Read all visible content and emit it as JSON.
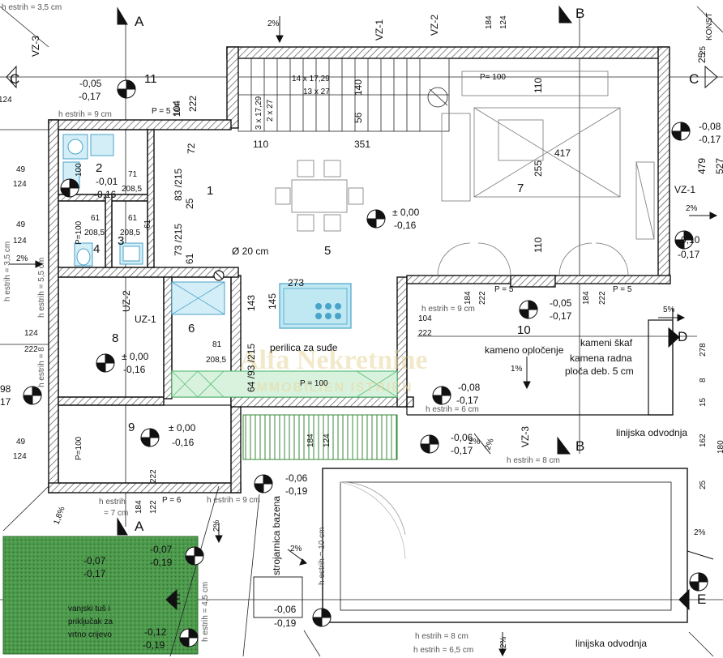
{
  "colors": {
    "wall": "#1a1a1a",
    "hatch": "#6b6b6b",
    "grass": "#3f8a3f",
    "fixture_blue": "#4aa3c9",
    "counter_green": "#5bbf7a",
    "watermark": "#e3cf8f"
  },
  "section_markers": {
    "a_top": "A",
    "a_bottom": "A",
    "b_top": "B",
    "b_bottom": "B",
    "c_left": "C",
    "c_right": "C",
    "d_right": "D",
    "e_left": "E",
    "e_right": "E"
  },
  "rooms": {
    "r1": "1",
    "r2": "2",
    "r3": "3",
    "r4": "4",
    "r5": "5",
    "r6": "6",
    "r7": "7",
    "r8": "8",
    "r9": "9",
    "r10": "10",
    "r11": "11"
  },
  "levels": {
    "main_top": "± 0,00",
    "main_bot": "-0,16",
    "r8_top": "± 0,00",
    "r8_bot": "-0,16",
    "r9_top": "± 0,00",
    "r9_bot": "-0,16",
    "r2_top": "-0,01",
    "r2_bot": "-0,16",
    "c11_top": "-0,05",
    "c11_bot": "-0,17",
    "terrace_top": "-0,05",
    "terrace_bot": "-0,17",
    "path_top": "-0,08",
    "path_bot": "-0,17",
    "b_top": "-0,06",
    "b_bot": "-0,17",
    "pool_l_top": "-0,06",
    "pool_l_bot": "-0,19",
    "garden_top": "-0,07",
    "garden_bot": "-0,19",
    "garden2_top": "-0,07",
    "garden2_bot": "-0,17",
    "shower_top": "-0,06",
    "shower_bot": "-0,19",
    "bottom_top": "-0,12",
    "bottom_bot": "-0,19",
    "east_top": "-0,08",
    "east_bot": "-0,17",
    "east2_top": "-0,10",
    "east2_bot": "-0,17",
    "west_top": "98",
    "west_bot": "17"
  },
  "labels": {
    "estrih_top": "h estrih = 3,5 cm",
    "estrih_9_top": "h estrih = 9 cm",
    "estrih_left_a": "h estrih = 3,5 cm",
    "estrih_left_b": "h estrih = 5,5 cm",
    "estrih_left_c": "h estrih = 8",
    "estrih_7": "= 7 cm",
    "estrih_9_mid": "h estrih = 9 cm",
    "estrih_9_terr": "h estrih = 9 cm",
    "estrih_6": "h estrih = 6 cm",
    "estrih_8a": "h estrih = 8 cm",
    "estrih_10": "h estrih = 10 cm",
    "estrih_8b": "h estrih = 8 cm",
    "estrih_65": "h estrih = 6,5 cm",
    "estrih_45": "h estrih = 4,5 cm",
    "estrih_h": "h estrih",
    "linijska_1": "linijska odvodnja",
    "linijska_2": "linijska odvodnja",
    "kameni_skaf": "kameni škaf",
    "kamena_ploca_1": "kamena radna",
    "kamena_ploca_2": "ploča deb. 5 cm",
    "kameno_oplocenje": "kameno opločenje",
    "perilica": "perilica za suđe",
    "strojarnica": "strojarnica bazena",
    "tus_1": "vanjski tuš i",
    "tus_2": "priključak za",
    "tus_3": "vrtno crijevo",
    "konst": "KONST",
    "diameter": "Ø 20 cm",
    "vz1_top": "VZ-1",
    "vz2_top": "VZ-2",
    "vz3_left": "VZ-3",
    "vz1_right": "VZ-1",
    "vz3_mid": "VZ-3",
    "uz1": "UZ-1",
    "uz2": "UZ-2",
    "stair_a": "14 x 17,29",
    "stair_b": "13 x 27",
    "stair_c": "3 x 17,29",
    "stair_d": "2 x 27"
  },
  "dims": {
    "d104": "104",
    "d222a": "222",
    "d72": "72",
    "d110a": "110",
    "d351": "351",
    "d56": "56",
    "d140": "140",
    "d184a": "184",
    "d124a": "124",
    "d110b": "110",
    "d417": "417",
    "d255": "255",
    "d110c": "110",
    "d25a": "25",
    "d479": "479",
    "d49a": "49",
    "d124b": "124",
    "d100a": "100",
    "d71": "71",
    "d2085a": "208,5",
    "d83_215": "83 /215",
    "d25b": "25",
    "d61a": "61",
    "d73_215": "73 /215",
    "d61b": "61",
    "d49b": "49",
    "d124c": "124",
    "d61c": "61",
    "d2085b": "208,5",
    "d61d": "61",
    "d2085c": "208,5",
    "dP100a": "P=100",
    "d124d": "124",
    "d222b": "222",
    "d273": "273",
    "d143": "143",
    "d145": "145",
    "d81": "81",
    "d2085d": "208,5",
    "d64_93_215": "64 /93 /215",
    "d184b": "184",
    "d222c": "222",
    "dP5a": "P = 5",
    "d104b": "104",
    "d222d": "222",
    "d184c": "184",
    "d222e": "222",
    "dP5b": "P = 5",
    "d278": "278",
    "d8": "8",
    "d15": "15",
    "d162": "162",
    "d180": "180",
    "d25c": "25",
    "d25d": "25",
    "d49c": "49",
    "d124e": "124",
    "dP100b": "P=100",
    "d184d": "184",
    "d124f": "124",
    "d184e": "184",
    "d124g": "124",
    "d122": "122",
    "d222f": "222",
    "dP6": "P = 6",
    "dP5c": "P = 5",
    "dP100c": "P= 100",
    "dP100d": "P = 100",
    "d104c": "104",
    "d527": "527"
  },
  "slopes": {
    "s1": "2%",
    "s2": "2%",
    "s3": "2%",
    "s4": "5%",
    "s5": "1%",
    "s6": "2%",
    "s7": "2%",
    "s8": "2%",
    "s9": "1,8%",
    "s10": "2%",
    "s11": "2%",
    "s12": "2%"
  },
  "watermark": {
    "line1": "Alfa Nekretnine",
    "line2": "IMMOBILIEN ISTRIEN"
  }
}
